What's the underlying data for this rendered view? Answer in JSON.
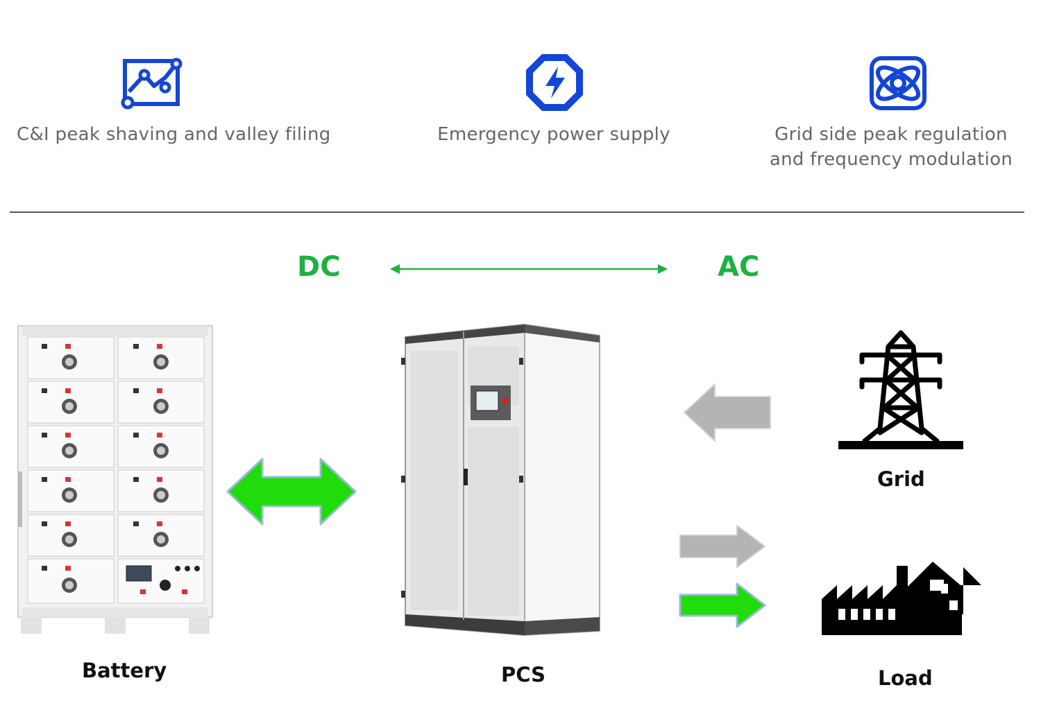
{
  "features": [
    {
      "icon": "line-chart-icon",
      "label": "C&I peak shaving and valley filing",
      "label2": ""
    },
    {
      "icon": "lightning-octagon-icon",
      "label": "Emergency power supply",
      "label2": ""
    },
    {
      "icon": "grid-orbit-icon",
      "label": "Grid side peak regulation",
      "label2": "and frequency modulation"
    }
  ],
  "diagram": {
    "dc_label": "DC",
    "ac_label": "AC",
    "nodes": {
      "battery": "Battery",
      "pcs": "PCS",
      "grid": "Grid",
      "load": "Load"
    }
  },
  "colors": {
    "icon_blue": "#1446d6",
    "label_gray": "#666666",
    "accent_green": "#1db13f",
    "flow_green": "#22dd11",
    "flow_gray": "#b4b4b4"
  }
}
